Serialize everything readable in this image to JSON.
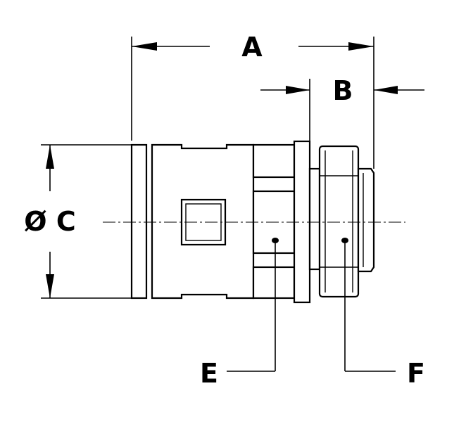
{
  "labels": {
    "a": "A",
    "b": "B",
    "c": "Ø C",
    "e": "E",
    "f": "F"
  }
}
